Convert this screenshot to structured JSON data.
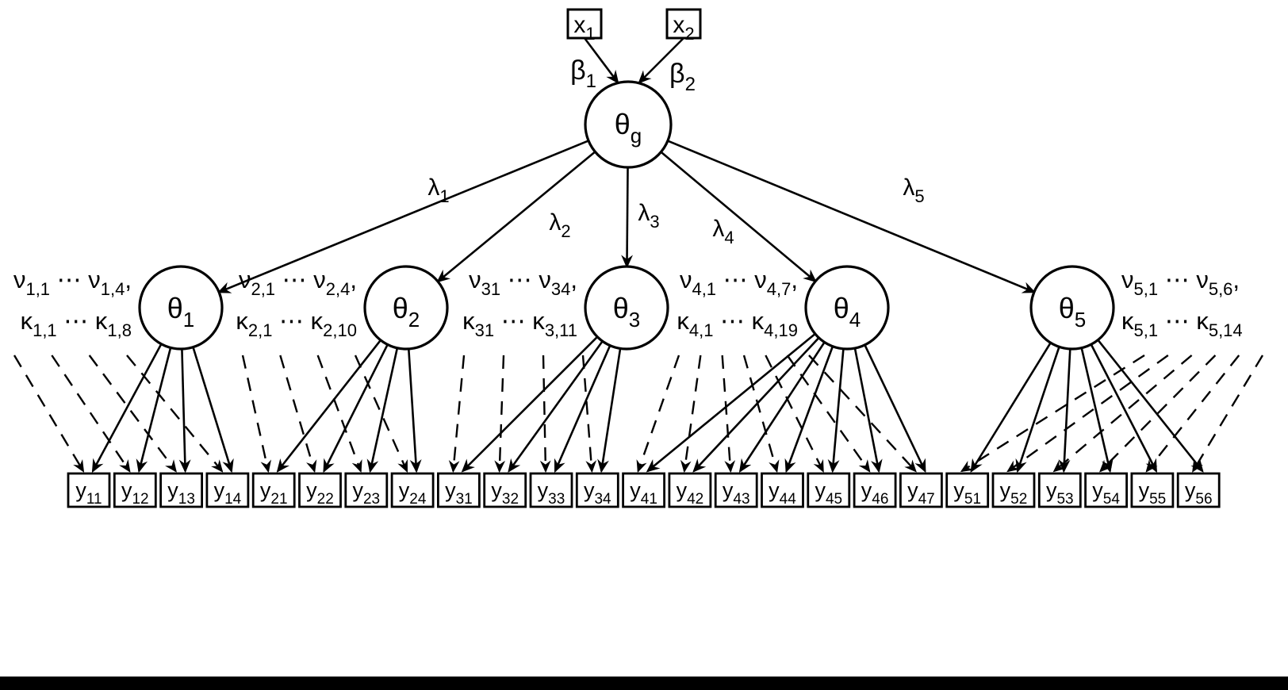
{
  "diagram": {
    "type": "structural-equation-model-path-diagram",
    "exogenous": [
      "x_{1}",
      "x_{2}"
    ],
    "betas": [
      "β_{1}",
      "β_{2}"
    ],
    "global_factor": "θ_{g}",
    "lambdas": [
      "λ_{1}",
      "λ_{2}",
      "λ_{3}",
      "λ_{4}",
      "λ_{5}"
    ],
    "factors": [
      {
        "name": "θ_{1}",
        "nu": "ν_{1,1} ⋯ ν_{1,4},",
        "kappa": "κ_{1,1} ⋯ κ_{1,8}",
        "indicators": [
          "y_{11}",
          "y_{12}",
          "y_{13}",
          "y_{14}"
        ]
      },
      {
        "name": "θ_{2}",
        "nu": "ν_{2,1} ⋯ ν_{2,4},",
        "kappa": "κ_{2,1} ⋯ κ_{2,10}",
        "indicators": [
          "y_{21}",
          "y_{22}",
          "y_{23}",
          "y_{24}"
        ]
      },
      {
        "name": "θ_{3}",
        "nu": "ν_{31} ⋯ ν_{34},",
        "kappa": "κ_{31} ⋯ κ_{3,11}",
        "indicators": [
          "y_{31}",
          "y_{32}",
          "y_{33}",
          "y_{34}"
        ]
      },
      {
        "name": "θ_{4}",
        "nu": "ν_{4,1} ⋯ ν_{4,7},",
        "kappa": "κ_{4,1} ⋯ κ_{4,19}",
        "indicators": [
          "y_{41}",
          "y_{42}",
          "y_{43}",
          "y_{44}",
          "y_{45}",
          "y_{46}",
          "y_{47}"
        ]
      },
      {
        "name": "θ_{5}",
        "nu": "ν_{5,1} ⋯ ν_{5,6},",
        "kappa": "κ_{5,1} ⋯ κ_{5,14}",
        "indicators": [
          "y_{51}",
          "y_{52}",
          "y_{53}",
          "y_{54}",
          "y_{55}",
          "y_{56}"
        ]
      }
    ]
  },
  "colors": {
    "ink": "#000000",
    "background": "#ffffff",
    "bottom_bar": "#000000"
  }
}
